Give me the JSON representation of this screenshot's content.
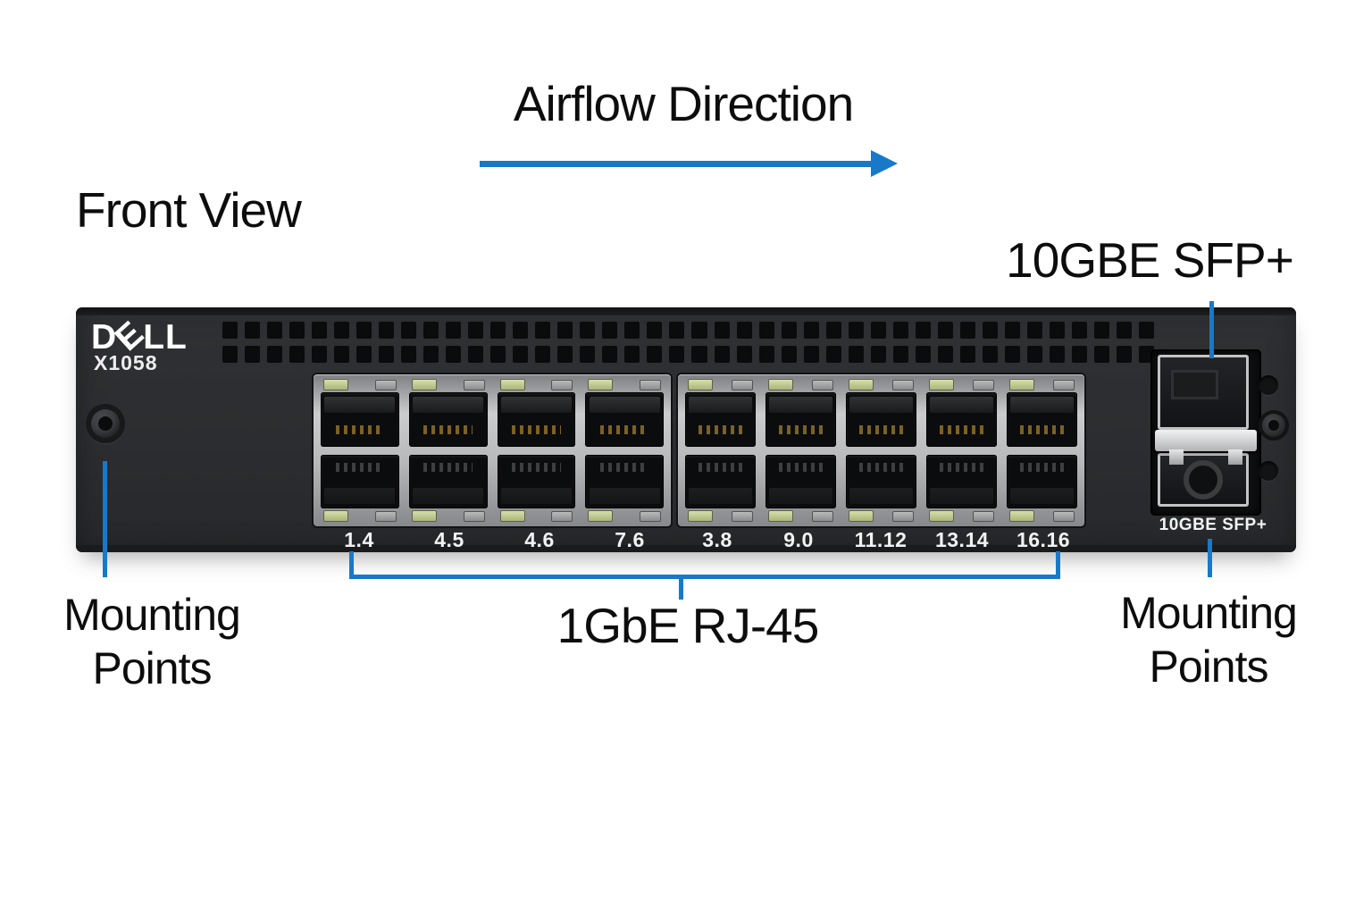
{
  "labels": {
    "airflow": "Airflow Direction",
    "front_view": "Front View",
    "sfp_callout": "10GBE SFP+",
    "rj45_callout": "1GbE RJ-45",
    "mounting": {
      "line1": "Mounting",
      "line2": "Points"
    }
  },
  "device": {
    "brand_letters": [
      "D",
      "E",
      "L",
      "L"
    ],
    "model": "X1058",
    "sfp_print": "10GBE SFP+",
    "port_labels_left": [
      "1.4",
      "4.5",
      "4.6",
      "7.6"
    ],
    "port_labels_right": [
      "3.8",
      "9.0",
      "11.12",
      "13.14",
      "16.16"
    ],
    "left_port_columns": 4,
    "right_port_columns": 5,
    "port_rows": 2,
    "vent_columns": 42,
    "vent_rows": 2
  },
  "colors": {
    "accent_blue": "#1779c8",
    "chassis": "#2b2d30",
    "bezel_silver": "#b7b8ba",
    "led_green": "#b9c687",
    "annotation_text": "#0d0d0d"
  }
}
